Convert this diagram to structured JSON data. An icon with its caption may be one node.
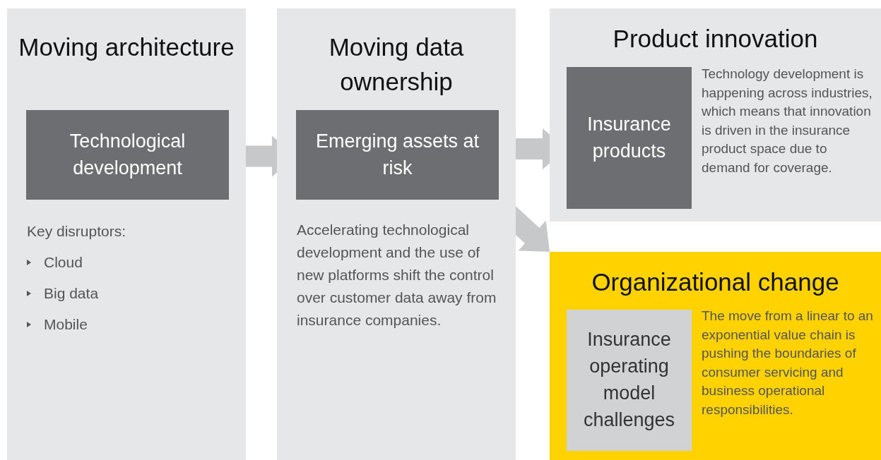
{
  "diagram": {
    "nodes": [
      {
        "text": [
          "Moving architecture",
          "Key disruptors:",
          "Cloud",
          "Big data",
          "Mobile"
        ]
      },
      {
        "text": [
          "Technological development"
        ],
        "in": 0
      },
      {
        "text": [
          "Moving data ownership",
          "Accelerating technological development and the use of new platforms shift the control over customer data away from insurance companies."
        ]
      },
      {
        "text": [
          "Emerging assets at risk"
        ],
        "in": 2
      },
      {
        "text": [
          "Product innovation",
          "Technology development is happening across industries, which means that innovation is driven in the insurance product space due to demand for coverage."
        ]
      },
      {
        "text": [
          "Insurance products"
        ],
        "in": 4
      },
      {
        "text": [
          "Organizational change",
          "The move from a linear to an exponential value chain is pushing the boundaries of consumer servicing and business operational responsibilities."
        ]
      },
      {
        "text": [
          "Insurance operating model challenges"
        ],
        "in": 6
      }
    ],
    "edges": [
      {
        "from": 1,
        "to": 3,
        "arrow": "to"
      },
      {
        "from": 3,
        "to": 5,
        "arrow": "to"
      },
      {
        "from": 3,
        "to": 6,
        "arrow": "to"
      }
    ]
  }
}
